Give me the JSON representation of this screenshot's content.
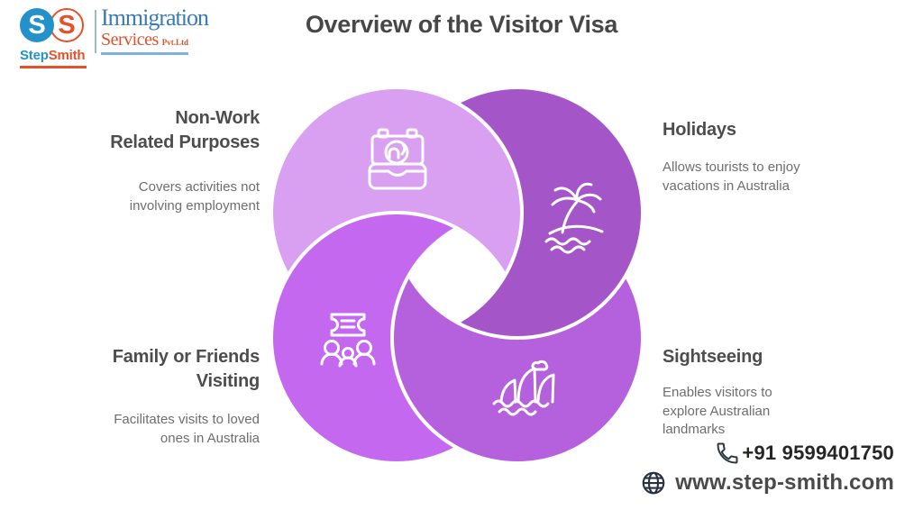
{
  "colors": {
    "circle_top_left": "#d9a0f2",
    "circle_top_right": "#a455c8",
    "circle_bottom_left": "#c468ef",
    "circle_bottom_right": "#b560dc",
    "logo_blue": "#2492c9",
    "logo_orange": "#e4512b",
    "logo_serif_blue": "#3c79b8",
    "heading_gray": "#4d4d4d",
    "body_gray": "#6e6e6e"
  },
  "logo": {
    "s1": "S",
    "s2": "S",
    "name_step": "Step",
    "name_smith": "Smith",
    "line1": "Immigration",
    "line2": "Services",
    "suffix": "Pvt.Ltd"
  },
  "title": "Overview of the Visitor Visa",
  "sections": {
    "non_work": {
      "title": "Non-Work\nRelated Purposes",
      "desc": "Covers activities not\ninvolving employment",
      "icon": "suitcase-globe"
    },
    "holidays": {
      "title": "Holidays",
      "desc": "Allows tourists to enjoy\nvacations in Australia",
      "icon": "palm-tree-beach"
    },
    "family": {
      "title": "Family or Friends\nVisiting",
      "desc": "Facilitates visits to loved\nones in Australia",
      "icon": "ticket-people"
    },
    "sightseeing": {
      "title": "Sightseeing",
      "desc": "Enables visitors to\nexplore Australian\nlandmarks",
      "icon": "opera-house"
    }
  },
  "contact": {
    "phone": "+91 9599401750",
    "website": "www.step-smith.com"
  }
}
